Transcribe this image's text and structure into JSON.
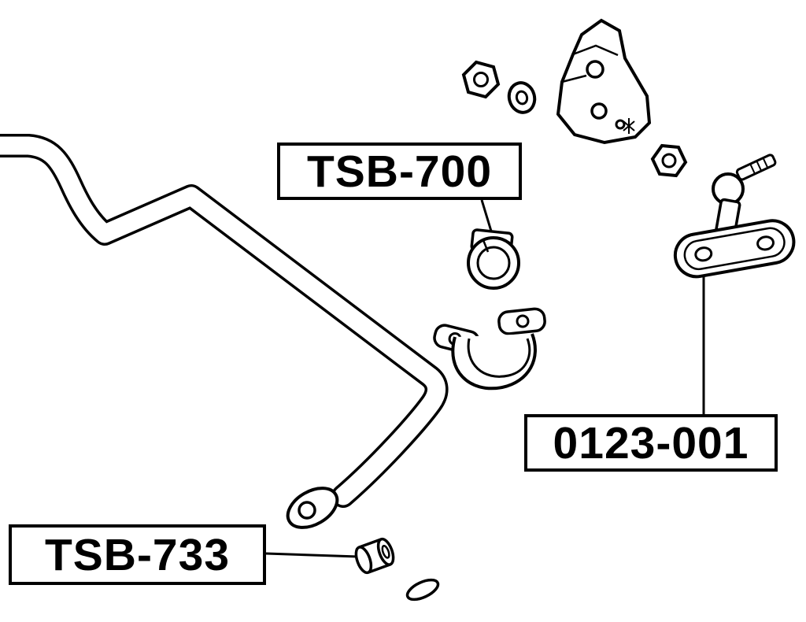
{
  "diagram": {
    "background_color": "#ffffff",
    "line_color": "#000000",
    "labels": {
      "bushing_box": "TSB-700",
      "link_box": "0123-001",
      "small_bushing_box": "TSB-733"
    },
    "parts": [
      "stabilizer-bar",
      "stabilizer-bushing",
      "bushing-bracket",
      "mounting-bracket",
      "hex-nut-upper",
      "washer-upper",
      "hex-nut-right",
      "stabilizer-link",
      "link-plate",
      "small-bushing",
      "oval-washer"
    ]
  }
}
